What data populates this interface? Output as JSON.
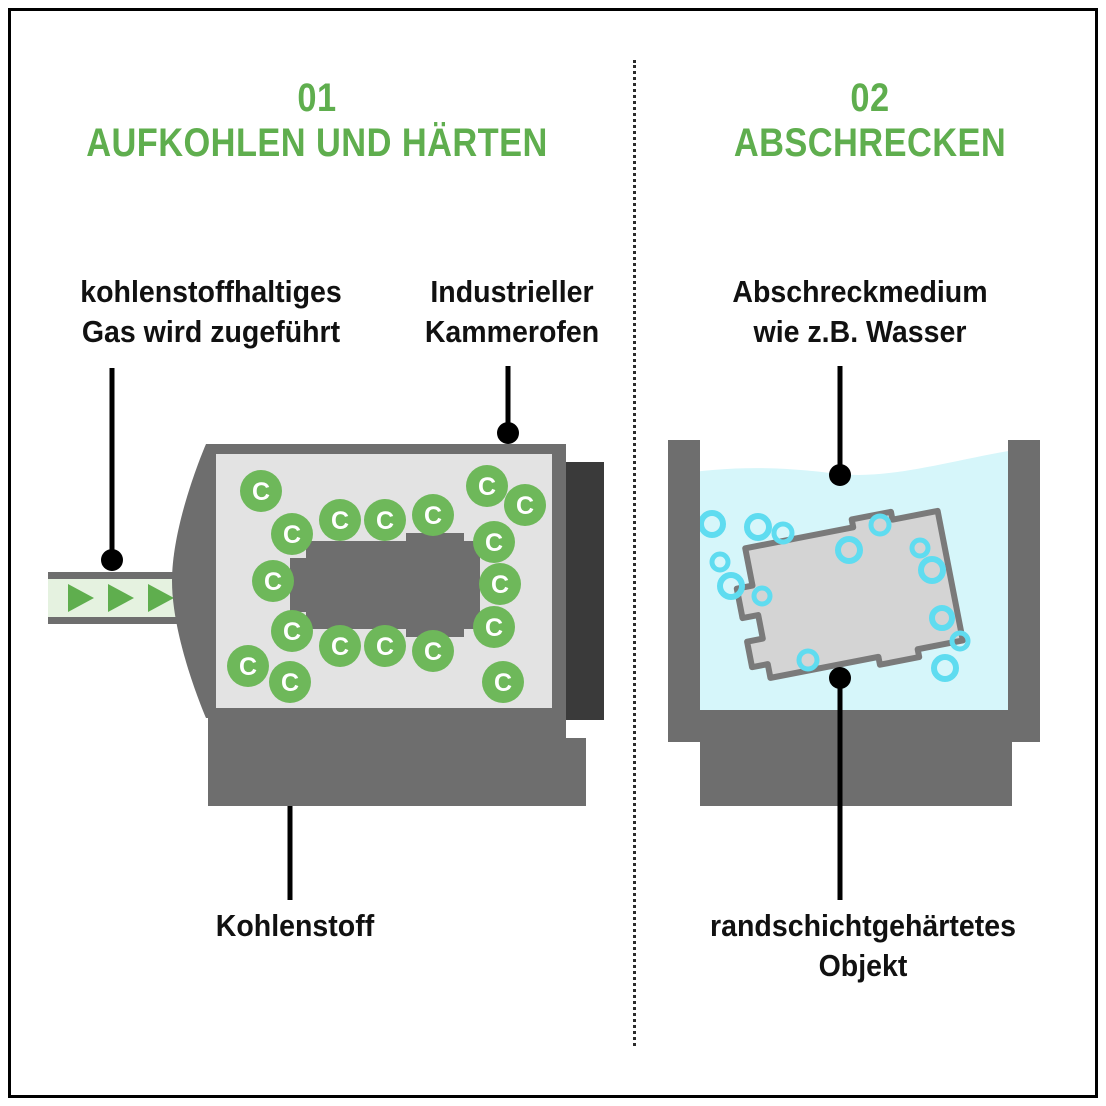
{
  "diagram": {
    "title_color": "#5fae4e",
    "background": "#ffffff",
    "border_color": "#000000"
  },
  "steps": [
    {
      "number": "01",
      "title": "AUFKOHLEN UND HÄRTEN",
      "labels": {
        "gas": "kohlenstoffhaltiges\nGas wird zugeführt",
        "furnace": "Industrieller\nKammerofen",
        "carbon": "Kohlenstoff"
      }
    },
    {
      "number": "02",
      "title": "ABSCHRECKEN",
      "labels": {
        "medium": "Abschreckmedium\nwie z.B. Wasser",
        "object": "randschichtgehärtetes\nObjekt"
      }
    }
  ],
  "headings": {
    "left_number": "01",
    "left_title": "AUFKOHLEN UND HÄRTEN",
    "right_number": "02",
    "right_title": "ABSCHRECKEN"
  },
  "callouts": {
    "gas_line1": "kohlenstoffhaltiges",
    "gas_line2": "Gas wird zugeführt",
    "furnace_line1": "Industrieller",
    "furnace_line2": "Kammerofen",
    "carbon": "Kohlenstoff",
    "medium_line1": "Abschreckmedium",
    "medium_line2": "wie z.B. Wasser",
    "object_line1": "randschichtgehärtetes",
    "object_line2": "Objekt"
  },
  "furnace": {
    "body_color": "#6e6e6e",
    "chamber_color": "#e3e3e3",
    "door_color": "#3a3a3a",
    "workpiece_color": "#6e6e6e",
    "pipe_fill": "#e5f2e0",
    "pipe_edge": "#6e6e6e",
    "arrow_color": "#5fae4e",
    "arrow_count": 3,
    "atom_color": "#6eb85a",
    "atom_label": "C",
    "atom_count": 18
  },
  "quench": {
    "tank_color": "#6e6e6e",
    "water_color": "#d6f6fa",
    "bubble_color": "#5fdcf0",
    "object_fill": "#d4d4d4",
    "object_stroke": "#7a7a7a",
    "bubble_count": 14
  },
  "leaders": {
    "color": "#000000"
  }
}
